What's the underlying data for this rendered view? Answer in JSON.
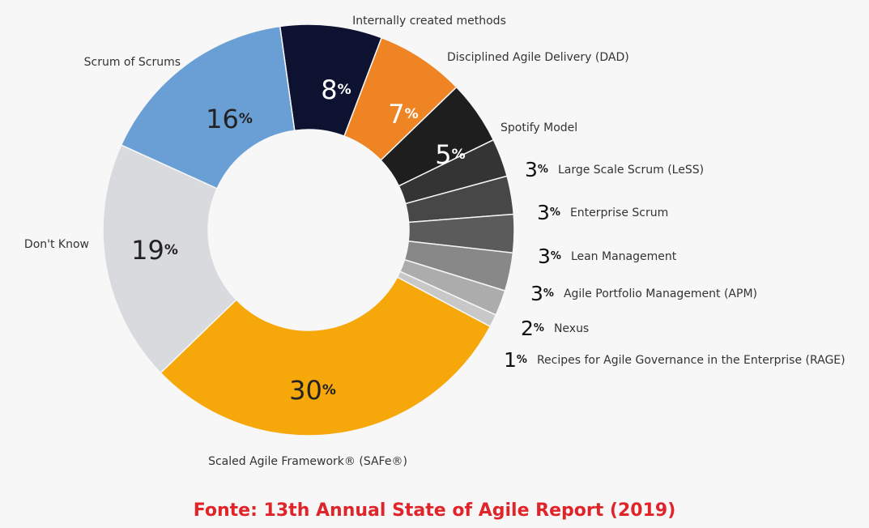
{
  "chart_data": {
    "type": "pie",
    "variant": "donut",
    "unit_label": "%",
    "slices": [
      {
        "label": "Internally created methods",
        "value": 8,
        "color": "#0c1230",
        "text_color": "#ffffff"
      },
      {
        "label": "Disciplined Agile Delivery (DAD)",
        "value": 7,
        "color": "#ee8424",
        "text_color": "#ffffff"
      },
      {
        "label": "Spotify Model",
        "value": 5,
        "color": "#1e1e1e",
        "text_color": "#ffffff"
      },
      {
        "label": "Large Scale Scrum (LeSS)",
        "value": 3,
        "color": "#343434"
      },
      {
        "label": "Enterprise Scrum",
        "value": 3,
        "color": "#474747"
      },
      {
        "label": "Lean Management",
        "value": 3,
        "color": "#5b5b5b"
      },
      {
        "label": "Agile Portfolio Management (APM)",
        "value": 3,
        "color": "#888888"
      },
      {
        "label": "Nexus",
        "value": 2,
        "color": "#acacac"
      },
      {
        "label": "Recipes for Agile Governance in the Enterprise (RAGE)",
        "value": 1,
        "color": "#c8c8c8"
      },
      {
        "label": "Scaled Agile Framework® (SAFe®)",
        "value": 30,
        "color": "#f6a70a",
        "text_color": "#222222"
      },
      {
        "label": "Don't Know",
        "value": 19,
        "color": "#d9dadd",
        "text_color": "#222222"
      },
      {
        "label": "Scrum of Scrums",
        "value": 16,
        "color": "#6a9fd6",
        "text_color": "#222222"
      }
    ]
  },
  "source": "Fonte: 13th Annual State of Agile Report (2019)"
}
